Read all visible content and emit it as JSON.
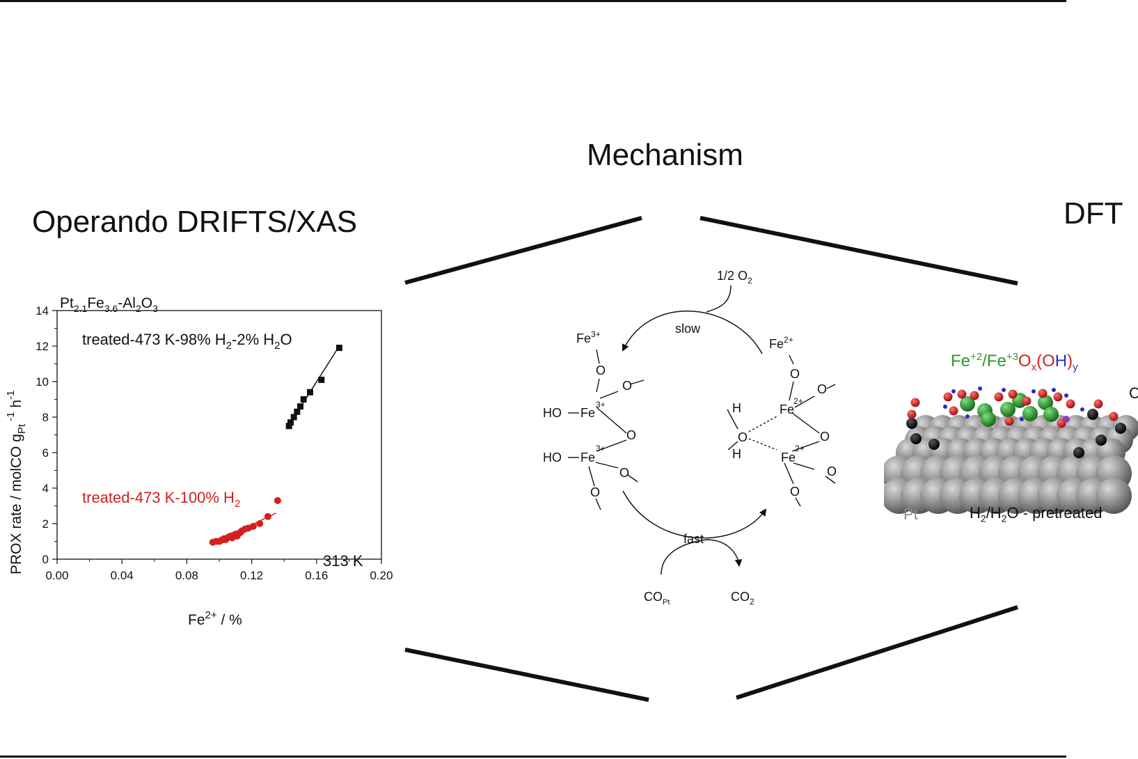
{
  "headings": {
    "left": "Operando DRIFTS/XAS",
    "center": "Mechanism",
    "right": "DFT"
  },
  "chart_data": {
    "type": "scatter",
    "title": "Pt2.1Fe3.6-Al2O3",
    "xlabel": "Fe2+ / %",
    "ylabel": "PROX rate / molCO gPt-1 h-1",
    "xlim": [
      0,
      0.2
    ],
    "ylim": [
      0,
      14
    ],
    "xticks": [
      "0.00",
      "0.04",
      "0.08",
      "0.12",
      "0.16",
      "0.20"
    ],
    "yticks": [
      "0",
      "2",
      "4",
      "6",
      "8",
      "10",
      "12",
      "14"
    ],
    "annotation": "313 K",
    "series": [
      {
        "name": "treated-473 K-98% H2-2% H2O",
        "color": "#111111",
        "marker": "square",
        "x": [
          0.143,
          0.144,
          0.146,
          0.148,
          0.15,
          0.152,
          0.156,
          0.163,
          0.174
        ],
        "y": [
          7.5,
          7.7,
          8.0,
          8.3,
          8.6,
          9.0,
          9.4,
          10.1,
          11.9
        ],
        "fit": [
          [
            0.142,
            7.4
          ],
          [
            0.174,
            12.0
          ]
        ]
      },
      {
        "name": "treated-473 K-100% H2",
        "color": "#d42020",
        "marker": "circle",
        "x": [
          0.096,
          0.098,
          0.1,
          0.101,
          0.102,
          0.103,
          0.104,
          0.105,
          0.106,
          0.107,
          0.108,
          0.109,
          0.11,
          0.111,
          0.112,
          0.113,
          0.114,
          0.116,
          0.118,
          0.121,
          0.125,
          0.13,
          0.136
        ],
        "y": [
          0.95,
          1.0,
          1.0,
          1.05,
          1.1,
          1.15,
          1.1,
          1.2,
          1.25,
          1.3,
          1.2,
          1.35,
          1.4,
          1.3,
          1.45,
          1.5,
          1.6,
          1.7,
          1.75,
          1.85,
          2.0,
          2.4,
          3.3
        ],
        "fit": [
          [
            0.097,
            0.9
          ],
          [
            0.135,
            2.6
          ]
        ]
      }
    ]
  },
  "mechanism": {
    "o2": "1/2 O",
    "o2_sub": "2",
    "slow": "slow",
    "fast": "fast",
    "co_pt": "CO",
    "co_pt_sub": "Pt",
    "co2": "CO",
    "co2_sub": "2",
    "left_fe_top": "Fe",
    "left_fe_top_sup": "3+",
    "right_fe_top": "Fe",
    "right_fe_top_sup": "2+",
    "fe_label": "Fe",
    "sup3": "3+",
    "sup2": "2+",
    "ho": "HO",
    "o": "O",
    "h": "H"
  },
  "dft": {
    "species_fe": "Fe",
    "species_fe_sup2": "+2",
    "species_slash": "/Fe",
    "species_fe_sup3": "+3",
    "species_o": "O",
    "species_x": "x",
    "species_open": "(",
    "species_oh_o": "O",
    "species_oh_h": "H",
    "species_close": ")",
    "species_y": "y",
    "pt_label": "Pt",
    "pretreat": "H",
    "pretreat_sub1": "2",
    "pretreat_mid": "/H",
    "pretreat_sub2": "2",
    "pretreat_end": "O - pretreated",
    "edge_label": "C",
    "colors": {
      "fe": "#2a9a2a",
      "o": "#d42020",
      "h": "#2a2ac8",
      "pt": "#8a8a8a"
    }
  }
}
